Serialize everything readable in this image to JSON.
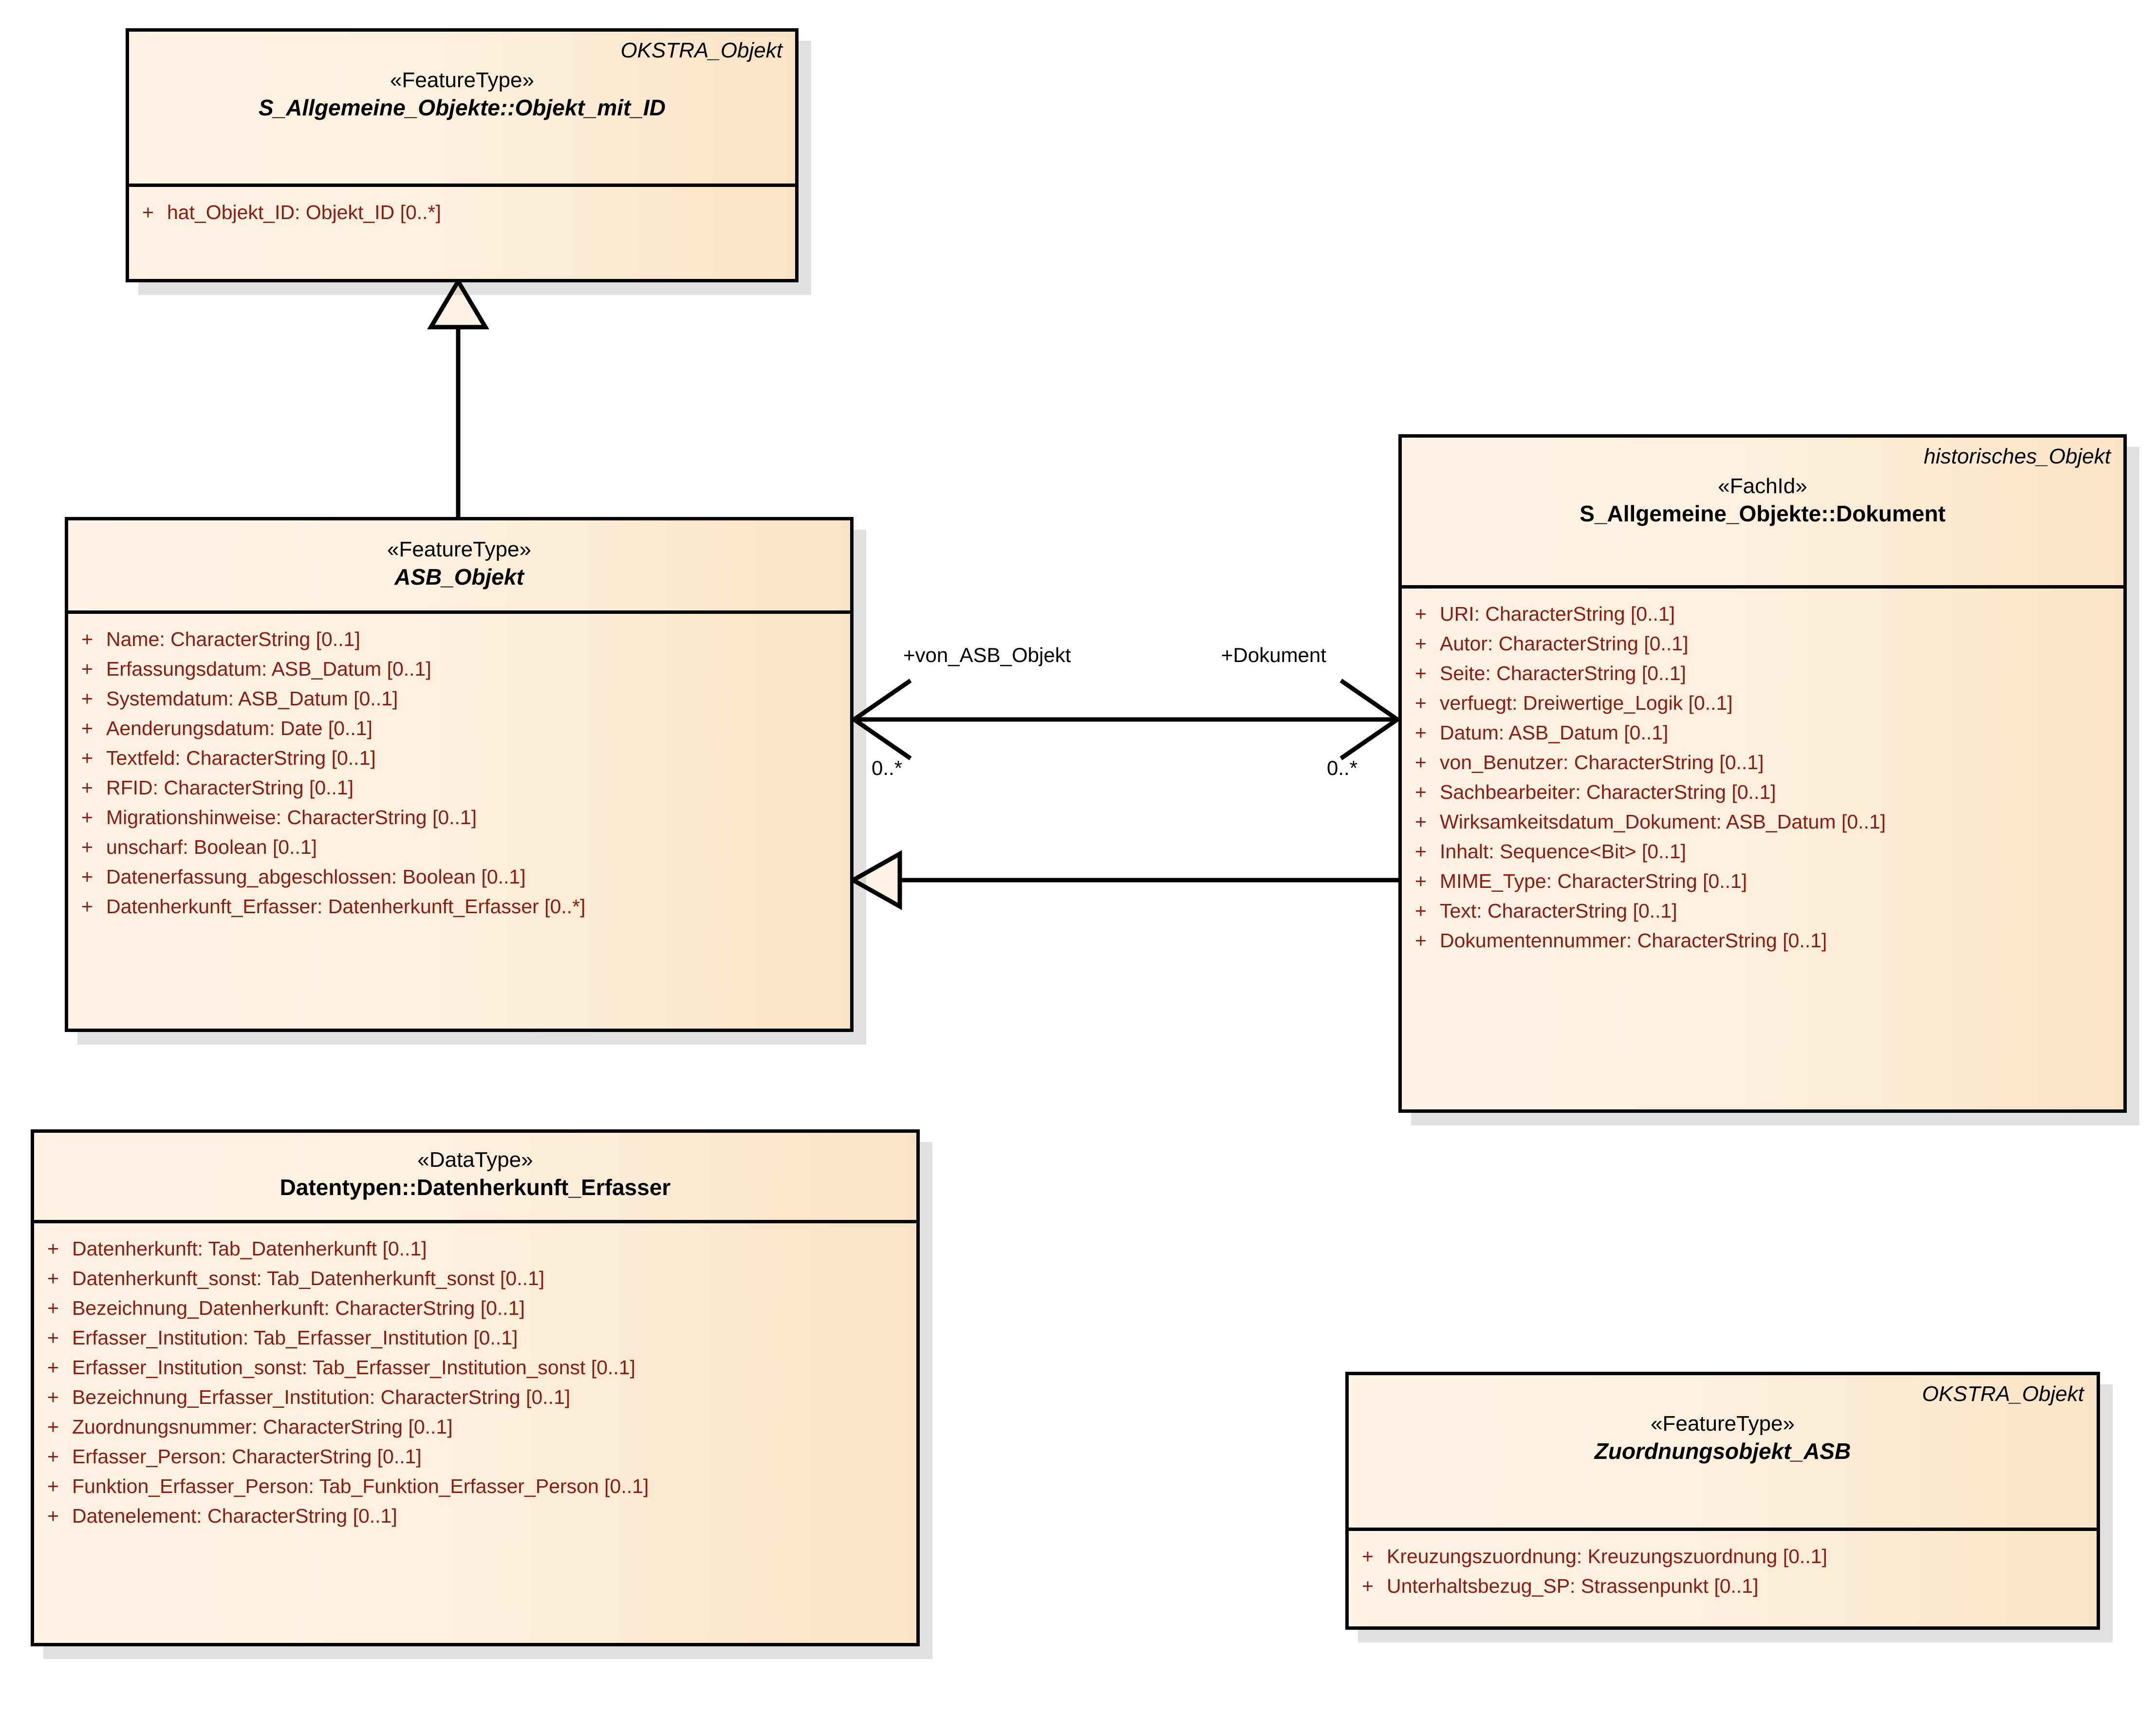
{
  "diagram": {
    "title": "ASB_Objekt UML Klassendiagramm",
    "colors": {
      "box_fill_left": "#fdf2e3",
      "box_fill_right": "#fbe3c6",
      "border": "#000000",
      "attribute_text": "#8f1a12",
      "label_text": "#000000",
      "shadow": "#dcdcdc"
    }
  },
  "classes": {
    "objekt_mit_id": {
      "tag": "OKSTRA_Objekt",
      "stereotype": "«FeatureType»",
      "name": "S_Allgemeine_Objekte::Objekt_mit_ID",
      "attributes": [
        {
          "visibility": "+",
          "signature": "hat_Objekt_ID: Objekt_ID [0..*]"
        }
      ]
    },
    "asb_objekt": {
      "tag": "",
      "stereotype": "«FeatureType»",
      "name": "ASB_Objekt",
      "attributes": [
        {
          "visibility": "+",
          "signature": "Name: CharacterString [0..1]"
        },
        {
          "visibility": "+",
          "signature": "Erfassungsdatum: ASB_Datum [0..1]"
        },
        {
          "visibility": "+",
          "signature": "Systemdatum: ASB_Datum [0..1]"
        },
        {
          "visibility": "+",
          "signature": "Aenderungsdatum: Date [0..1]"
        },
        {
          "visibility": "+",
          "signature": "Textfeld: CharacterString [0..1]"
        },
        {
          "visibility": "+",
          "signature": "RFID: CharacterString [0..1]"
        },
        {
          "visibility": "+",
          "signature": "Migrationshinweise: CharacterString [0..1]"
        },
        {
          "visibility": "+",
          "signature": "unscharf: Boolean [0..1]"
        },
        {
          "visibility": "+",
          "signature": "Datenerfassung_abgeschlossen: Boolean [0..1]"
        },
        {
          "visibility": "+",
          "signature": "Datenherkunft_Erfasser: Datenherkunft_Erfasser [0..*]"
        }
      ]
    },
    "dokument": {
      "tag": "historisches_Objekt",
      "stereotype": "«FachId»",
      "name": "S_Allgemeine_Objekte::Dokument",
      "attributes": [
        {
          "visibility": "+",
          "signature": "URI: CharacterString [0..1]"
        },
        {
          "visibility": "+",
          "signature": "Autor: CharacterString [0..1]"
        },
        {
          "visibility": "+",
          "signature": "Seite: CharacterString [0..1]"
        },
        {
          "visibility": "+",
          "signature": "verfuegt: Dreiwertige_Logik [0..1]"
        },
        {
          "visibility": "+",
          "signature": "Datum: ASB_Datum [0..1]"
        },
        {
          "visibility": "+",
          "signature": "von_Benutzer: CharacterString [0..1]"
        },
        {
          "visibility": "+",
          "signature": "Sachbearbeiter: CharacterString [0..1]"
        },
        {
          "visibility": "+",
          "signature": "Wirksamkeitsdatum_Dokument: ASB_Datum [0..1]"
        },
        {
          "visibility": "+",
          "signature": "Inhalt: Sequence<Bit> [0..1]"
        },
        {
          "visibility": "+",
          "signature": "MIME_Type: CharacterString [0..1]"
        },
        {
          "visibility": "+",
          "signature": "Text: CharacterString [0..1]"
        },
        {
          "visibility": "+",
          "signature": "Dokumentennummer: CharacterString [0..1]"
        }
      ]
    },
    "datenherkunft_erfasser": {
      "tag": "",
      "stereotype": "«DataType»",
      "name": "Datentypen::Datenherkunft_Erfasser",
      "attributes": [
        {
          "visibility": "+",
          "signature": "Datenherkunft: Tab_Datenherkunft [0..1]"
        },
        {
          "visibility": "+",
          "signature": "Datenherkunft_sonst: Tab_Datenherkunft_sonst [0..1]"
        },
        {
          "visibility": "+",
          "signature": "Bezeichnung_Datenherkunft: CharacterString [0..1]"
        },
        {
          "visibility": "+",
          "signature": "Erfasser_Institution: Tab_Erfasser_Institution [0..1]"
        },
        {
          "visibility": "+",
          "signature": "Erfasser_Institution_sonst: Tab_Erfasser_Institution_sonst [0..1]"
        },
        {
          "visibility": "+",
          "signature": "Bezeichnung_Erfasser_Institution: CharacterString [0..1]"
        },
        {
          "visibility": "+",
          "signature": "Zuordnungsnummer: CharacterString [0..1]"
        },
        {
          "visibility": "+",
          "signature": "Erfasser_Person: CharacterString [0..1]"
        },
        {
          "visibility": "+",
          "signature": "Funktion_Erfasser_Person: Tab_Funktion_Erfasser_Person [0..1]"
        },
        {
          "visibility": "+",
          "signature": "Datenelement: CharacterString [0..1]"
        }
      ]
    },
    "zuordnungsobjekt_asb": {
      "tag": "OKSTRA_Objekt",
      "stereotype": "«FeatureType»",
      "name": "Zuordnungsobjekt_ASB",
      "attributes": [
        {
          "visibility": "+",
          "signature": "Kreuzungszuordnung: Kreuzungszuordnung [0..1]"
        },
        {
          "visibility": "+",
          "signature": "Unterhaltsbezug_SP: Strassenpunkt [0..1]"
        }
      ]
    }
  },
  "connectors": {
    "generalization_asb_to_objekt_mit_id": {
      "type": "generalization",
      "from": "ASB_Objekt",
      "to": "S_Allgemeine_Objekte::Objekt_mit_ID"
    },
    "generalization_dokument_to_asb": {
      "type": "generalization",
      "from": "S_Allgemeine_Objekte::Dokument",
      "to": "ASB_Objekt"
    },
    "association_asb_dokument": {
      "type": "association",
      "source_role": "+von_ASB_Objekt",
      "target_role": "+Dokument",
      "source_multiplicity": "0..*",
      "target_multiplicity": "0..*"
    }
  }
}
